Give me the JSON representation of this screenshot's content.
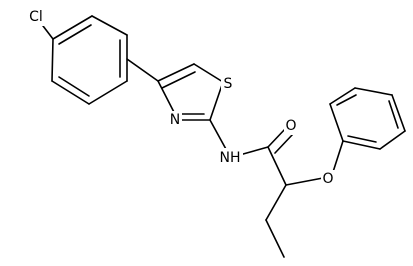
{
  "molecule": {
    "atoms": {
      "Cl": "Cl",
      "S": "S",
      "N": "N",
      "NH": "NH",
      "O_carbonyl": "O",
      "O_ether": "O"
    }
  }
}
